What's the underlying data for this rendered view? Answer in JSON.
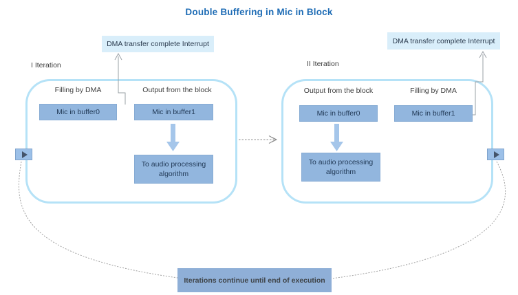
{
  "title": "Double Buffering in Mic in Block",
  "footer": "Iterations continue until end of execution",
  "iteration1": {
    "label": "I Iteration",
    "interrupt": "DMA transfer complete Interrupt",
    "col1_role": "Filling by DMA",
    "col1_buffer": "Mic in buffer0",
    "col2_role": "Output from the block",
    "col2_buffer": "Mic in buffer1",
    "process": "To audio processing algorithm"
  },
  "iteration2": {
    "label": "II Iteration",
    "interrupt": "DMA transfer complete Interrupt",
    "col1_role": "Output from the block",
    "col1_buffer": "Mic in buffer0",
    "col2_role": "Filling by DMA",
    "col2_buffer": "Mic in buffer1",
    "process": "To audio processing algorithm"
  },
  "colors": {
    "title_blue": "#1e6cb5",
    "interrupt_fill": "#d9eefa",
    "buffer_fill": "#92b6de",
    "footer_fill": "#8fafd7",
    "rect_outline": "#b5e2f7",
    "thick_arrow": "#a5c6ea",
    "connector_gray": "#9aa0a6"
  }
}
